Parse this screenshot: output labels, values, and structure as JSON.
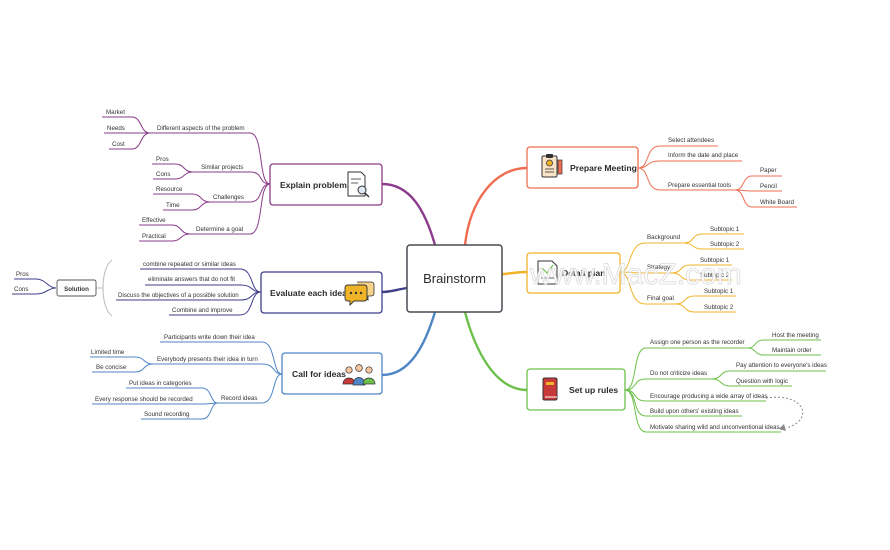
{
  "central": {
    "title": "Brainstorm"
  },
  "colors": {
    "prepare": "#ef6e52",
    "detail": "#f0b429",
    "rules": "#6cc04a",
    "call": "#4f86c6",
    "evaluate": "#3f3f8a",
    "explain": "#8b3c8b",
    "solution": "#3f3f8a"
  },
  "topics": {
    "prepare": {
      "title": "Prepare Meeting",
      "icon": "clipboard-icon",
      "items": [
        "Select attendees",
        "Inform the date and place",
        "Prepare essential tools"
      ],
      "tools": [
        "Paper",
        "Pencil",
        "White Board"
      ]
    },
    "detail": {
      "title": "Detail plan",
      "icon": "document-icon",
      "items": [
        "Background",
        "Strategy",
        "Final goal"
      ],
      "background_sub": [
        "Subtopic 1",
        "Subtopic 2"
      ],
      "strategy_sub": [
        "Subtopic 1",
        "Subtopic 2"
      ],
      "final_sub": [
        "Subtopic 1",
        "Subtopic 2"
      ]
    },
    "rules": {
      "title": "Set up rules",
      "icon": "book-icon",
      "items": [
        "Assign one person as the recorder",
        "Do not criticize ideas",
        "Encourage producing a wide array of ideas",
        "Build upon others' existing ideas",
        "Motivate sharing wild and unconventional ideas"
      ],
      "recorder_sub": [
        "Host the meeting",
        "Maintain order"
      ],
      "criticize_sub": [
        "Pay attention to everyone's ideas",
        "Question with logic"
      ]
    },
    "call": {
      "title": "Call for ideas",
      "icon": "people-icon",
      "items": [
        "Participants write down their idea",
        "Everybody presents their idea in turn",
        "Record ideas"
      ],
      "presents_sub": [
        "Limited time",
        "Be concise"
      ],
      "record_sub": [
        "Put ideas in categories",
        "Every response should be recorded",
        "Sound recording"
      ]
    },
    "evaluate": {
      "title": "Evaluate each idea",
      "icon": "speech-bubble-icon",
      "items": [
        "combine repeated or similar ideas",
        "eliminate answers that do not fit",
        "Discuss the objectives of a possible solution",
        "Combine and improve"
      ],
      "solution": {
        "label": "Solution",
        "items": [
          "Pros",
          "Cons"
        ]
      }
    },
    "explain": {
      "title": "Explain problem",
      "icon": "document-search-icon",
      "items": [
        "Different aspects of the problem",
        "Similar projects",
        "Challenges",
        "Determine a goal"
      ],
      "aspects_sub": [
        "Market",
        "Needs",
        "Cost"
      ],
      "similar_sub": [
        "Pros",
        "Cons"
      ],
      "challenges_sub": [
        "Resource",
        "Time"
      ],
      "goal_sub": [
        "Effective",
        "Practical"
      ]
    }
  },
  "watermark": {
    "text": "www.MacZ.com"
  }
}
